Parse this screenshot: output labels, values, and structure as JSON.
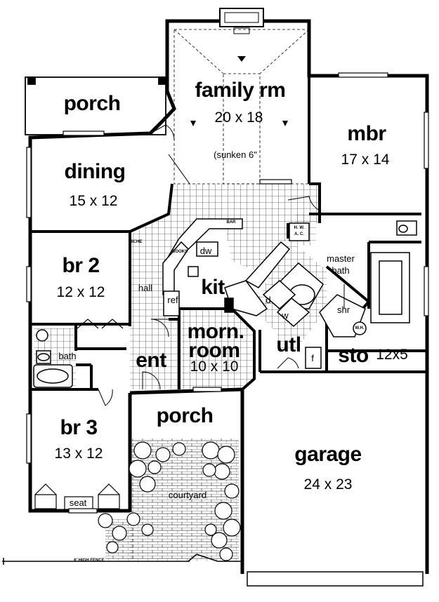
{
  "rooms": {
    "porch_top": {
      "name": "porch"
    },
    "family": {
      "name": "family rm",
      "dims": "20 x 18",
      "note": "(sunken 6\""
    },
    "mbr": {
      "name": "mbr",
      "dims": "17 x 14"
    },
    "dining": {
      "name": "dining",
      "dims": "15 x 12"
    },
    "br2": {
      "name": "br 2",
      "dims": "12 x 12"
    },
    "kit": {
      "name": "kit"
    },
    "morn": {
      "name_line1": "morn.",
      "name_line2": "room",
      "dims": "10 x 10"
    },
    "utl": {
      "name": "utl"
    },
    "sto": {
      "name": "sto",
      "dims": "12x5"
    },
    "ent": {
      "name": "ent"
    },
    "porch_front": {
      "name": "porch"
    },
    "br3": {
      "name": "br 3",
      "dims": "13 x 12"
    },
    "garage": {
      "name": "garage",
      "dims": "24 x 23"
    }
  },
  "fixtures": {
    "hall": "hall",
    "bath": "bath",
    "ref": "ref",
    "dw": "dw",
    "d": "d",
    "w": "w",
    "f": "f",
    "shr": "shr",
    "master_bath_line1": "master",
    "master_bath_line2": "bath",
    "courtyard": "courtyard",
    "seat": "seat",
    "bar": "BAR",
    "nice": "NICHE",
    "books": "BOOKS",
    "ac1": "H. W.",
    "ac2": "A. C.",
    "wh": "W.H.",
    "fence": "6' HIGH FENCE"
  }
}
